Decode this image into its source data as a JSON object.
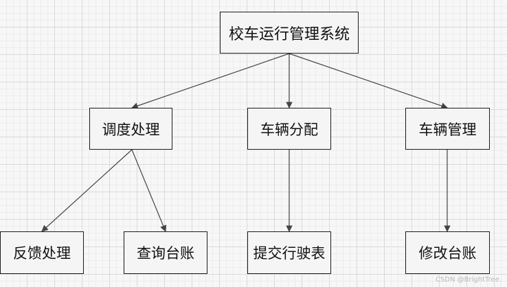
{
  "nodes": {
    "root": "校车运行管理系统",
    "dispatch": "调度处理",
    "vehicle_assign": "车辆分配",
    "vehicle_manage": "车辆管理",
    "feedback": "反馈处理",
    "query_ledger": "查询台账",
    "submit_log": "提交行驶表",
    "modify_ledger": "修改台账"
  },
  "edges": [
    {
      "from": "root",
      "to": "dispatch"
    },
    {
      "from": "root",
      "to": "vehicle_assign"
    },
    {
      "from": "root",
      "to": "vehicle_manage"
    },
    {
      "from": "dispatch",
      "to": "feedback"
    },
    {
      "from": "dispatch",
      "to": "query_ledger"
    },
    {
      "from": "vehicle_assign",
      "to": "submit_log"
    },
    {
      "from": "vehicle_manage",
      "to": "modify_ledger"
    }
  ],
  "watermark": "CSDN @BrightTree.",
  "colors": {
    "edge": "#444444",
    "node_border": "#1a1a1a",
    "background": "#f7f7f7"
  }
}
